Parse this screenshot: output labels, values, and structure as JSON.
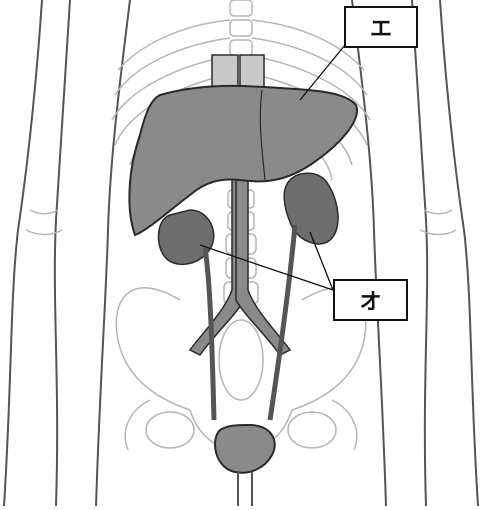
{
  "labels": {
    "e": "エ",
    "o": "オ"
  },
  "colors": {
    "organ_fill": "#8a8a8a",
    "organ_dark": "#6e6e6e",
    "organ_stroke": "#2a2a2a",
    "bone_stroke": "#b5b5b5",
    "skin_stroke": "#555555",
    "vessel_fill": "#c8c8c8",
    "background": "#ffffff"
  },
  "organs": [
    "liver",
    "kidney-left",
    "kidney-right",
    "ureter-left",
    "ureter-right",
    "bladder",
    "aorta",
    "vena-cava"
  ]
}
